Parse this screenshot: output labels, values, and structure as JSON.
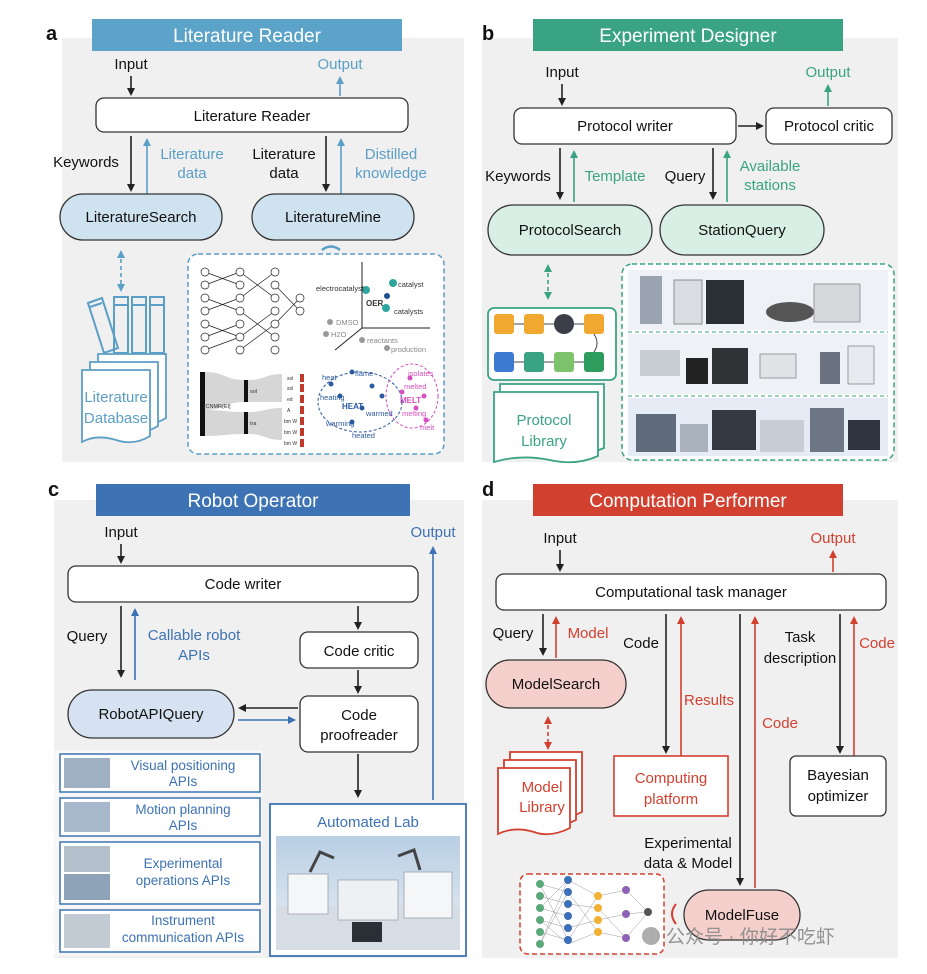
{
  "panel_a": {
    "letter": "a",
    "title": "Literature Reader",
    "input": "Input",
    "output": "Output",
    "main_box": "Literature Reader",
    "keywords": "Keywords",
    "literature_data_l1": "Literature",
    "literature_data_l2": "data",
    "literature_data2_l1": "Literature",
    "literature_data2_l2": "data",
    "distilled_l1": "Distilled",
    "distilled_l2": "knowledge",
    "search_box": "LiteratureSearch",
    "mine_box": "LiteratureMine",
    "database_l1": "Literature",
    "database_l2": "Database",
    "mini": {
      "electrocatalyst": "electrocatalyst",
      "catalyst": "catalyst",
      "oer": "OER",
      "catalysts": "catalysts",
      "dmso": "DMSO",
      "h2o": "H2O",
      "reactants": "reactants",
      "production": "production",
      "heat": "heat",
      "heating": "heating",
      "flame": "flame",
      "heat_caps": "HEAT",
      "warmed": "warmed",
      "warming": "warming",
      "heated": "heated",
      "isolates": "isolates",
      "melted": "melted",
      "melt_caps": "MELT",
      "melting": "melting",
      "melt": "melt",
      "sankey_left": "[CNMR(Et]",
      "sankey_mid1": "sol",
      "sankey_mid2": "tra",
      "sankey_r1": "sol",
      "sankey_r2": "sol",
      "sankey_r3": "ed",
      "sankey_r4": "A",
      "sankey_r5": "bm W",
      "sankey_r6": "bm W",
      "sankey_r7": "bm W"
    }
  },
  "panel_b": {
    "letter": "b",
    "title": "Experiment Designer",
    "input": "Input",
    "output": "Output",
    "writer": "Protocol writer",
    "critic": "Protocol critic",
    "keywords": "Keywords",
    "template": "Template",
    "query": "Query",
    "available_l1": "Available",
    "available_l2": "stations",
    "search_box": "ProtocolSearch",
    "station_box": "StationQuery",
    "library_l1": "Protocol",
    "library_l2": "Library"
  },
  "panel_c": {
    "letter": "c",
    "title": "Robot Operator",
    "input": "Input",
    "output": "Output",
    "code_writer": "Code writer",
    "query": "Query",
    "callable_l1": "Callable robot",
    "callable_l2": "APIs",
    "code_critic": "Code critic",
    "api_query": "RobotAPIQuery",
    "proofreader_l1": "Code",
    "proofreader_l2": "proofreader",
    "automated_lab": "Automated Lab",
    "api_items": [
      {
        "l1": "Visual positioning",
        "l2": "APIs"
      },
      {
        "l1": "Motion planning",
        "l2": "APIs"
      },
      {
        "l1": "Experimental",
        "l2": "operations APIs"
      },
      {
        "l1": "Instrument",
        "l2": "communication APIs"
      }
    ]
  },
  "panel_d": {
    "letter": "d",
    "title": "Computation Performer",
    "input": "Input",
    "output": "Output",
    "manager": "Computational task manager",
    "query": "Query",
    "model": "Model",
    "code": "Code",
    "task_l1": "Task",
    "task_l2": "description",
    "code_red": "Code",
    "model_search": "ModelSearch",
    "results": "Results",
    "code_mid": "Code",
    "model_library_l1": "Model",
    "model_library_l2": "Library",
    "computing_l1": "Computing",
    "computing_l2": "platform",
    "bayesian_l1": "Bayesian",
    "bayesian_l2": "optimizer",
    "experimental_l1": "Experimental",
    "experimental_l2": "data & Model",
    "modelfuse": "ModelFuse",
    "watermark": "公众号 · 你好不吃虾"
  },
  "colors": {
    "a_header": "#5ba3c9",
    "a_light": "#cfe2f0",
    "a_line": "#5b9ec6",
    "b_header": "#3aa383",
    "b_light": "#d8efe6",
    "b_line": "#3aa383",
    "c_header": "#3d72b4",
    "c_light": "#d6e2f1",
    "c_line": "#3d72b4",
    "d_header": "#d2402f",
    "d_light": "#f4cfcc",
    "d_line": "#d2402f",
    "panel_bg": "#f0f0f0",
    "text": "#1a1a1a"
  }
}
